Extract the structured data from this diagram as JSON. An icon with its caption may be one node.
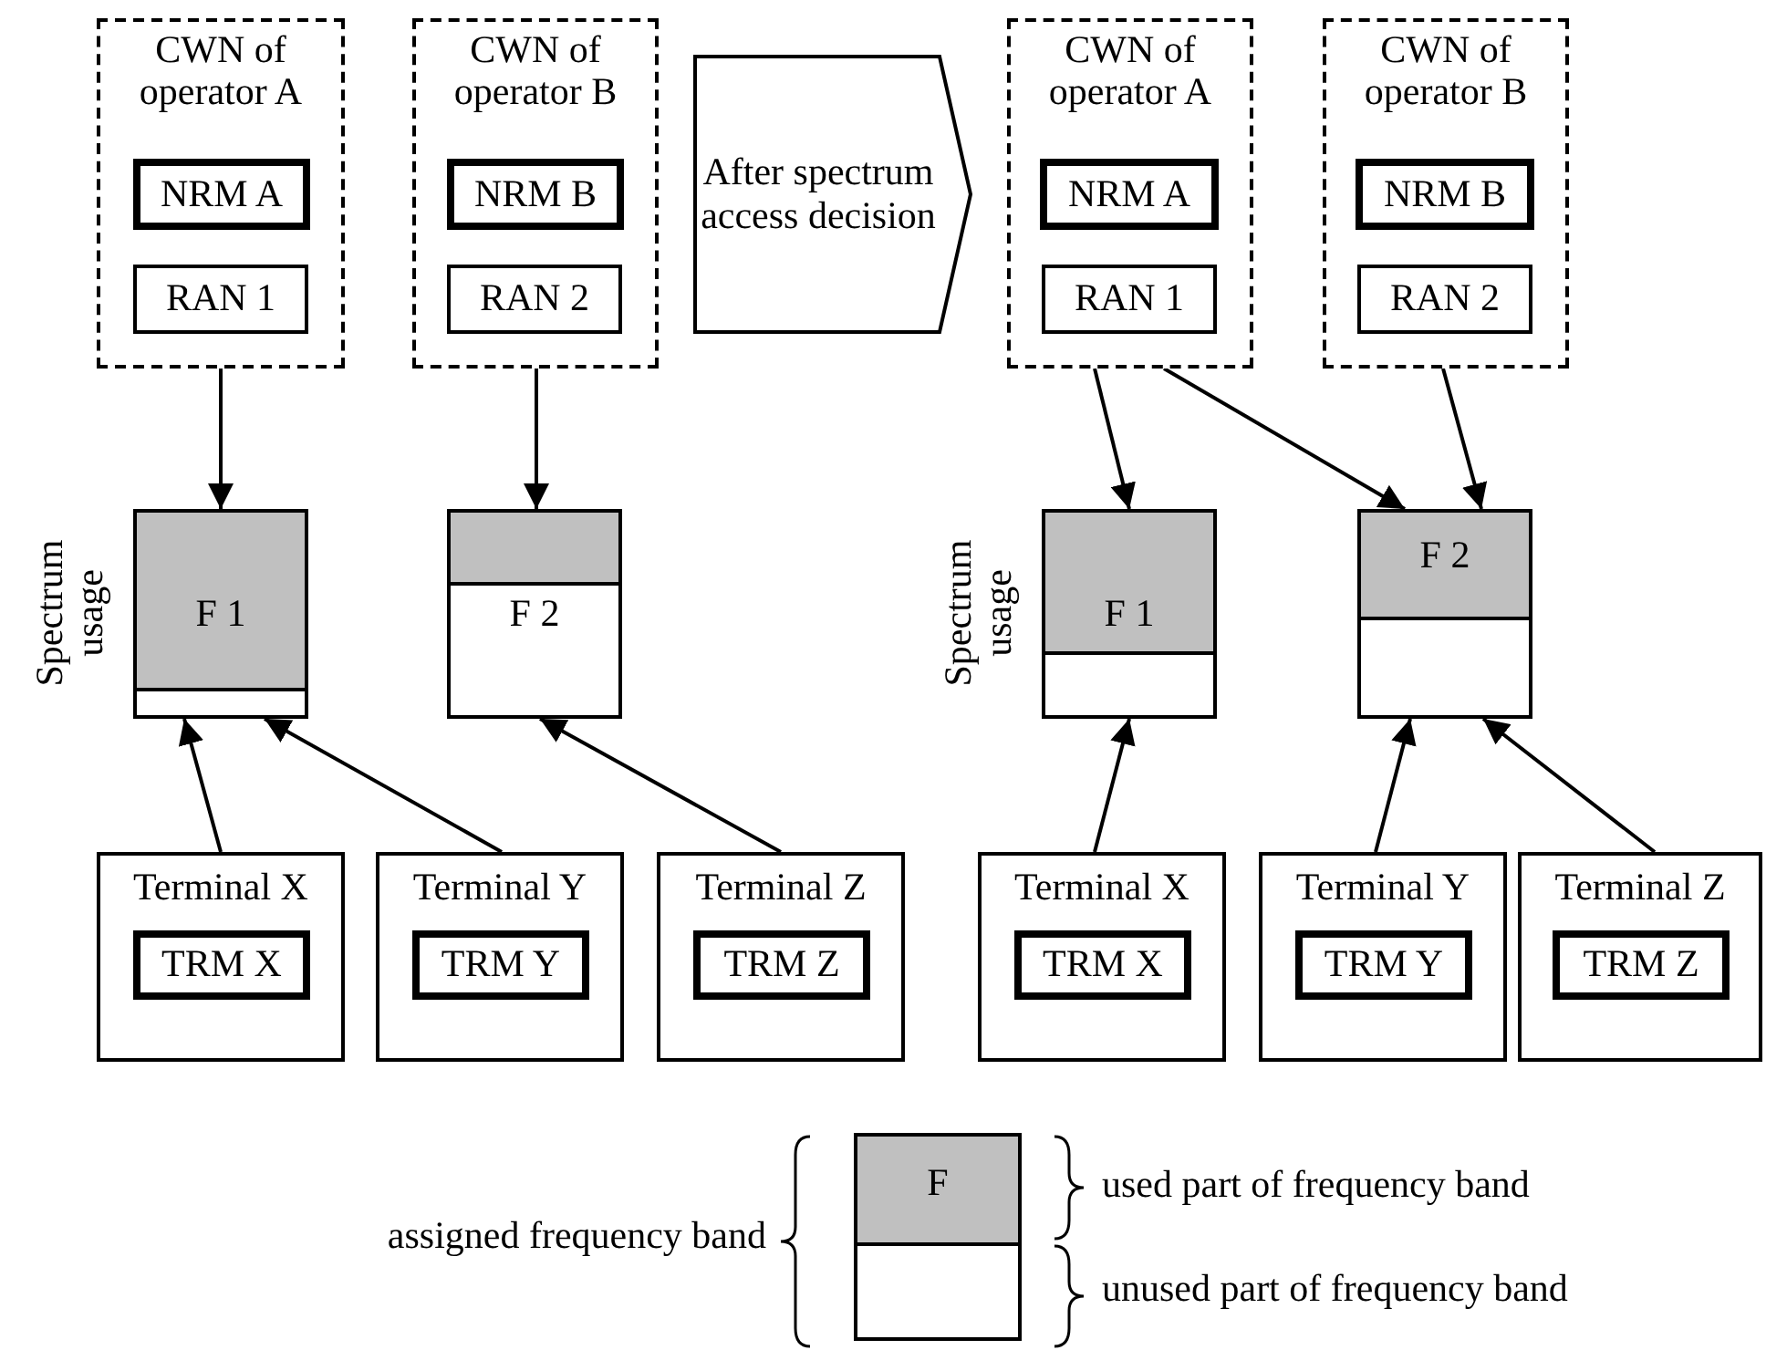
{
  "diagram": {
    "nodes": [
      {
        "text": [
          "CWN of operator A"
        ]
      },
      {
        "text": [
          "NRM A"
        ],
        "in": 0
      },
      {
        "text": [
          "RAN 1"
        ],
        "in": 0
      },
      {
        "text": [
          "CWN of operator B"
        ]
      },
      {
        "text": [
          "NRM B"
        ],
        "in": 3
      },
      {
        "text": [
          "RAN 2"
        ],
        "in": 3
      },
      {
        "text": [
          "After spectrum access decision"
        ]
      },
      {
        "text": [
          "CWN of operator A"
        ]
      },
      {
        "text": [
          "NRM A"
        ],
        "in": 7
      },
      {
        "text": [
          "RAN 1"
        ],
        "in": 7
      },
      {
        "text": [
          "CWN of operator B"
        ]
      },
      {
        "text": [
          "NRM B"
        ],
        "in": 10
      },
      {
        "text": [
          "RAN 2"
        ],
        "in": 10
      },
      {
        "text": [
          "F 1"
        ],
        "beside": [
          "Spectrum usage"
        ]
      },
      {
        "text": [
          "F 2"
        ]
      },
      {
        "text": [
          "F 1"
        ],
        "beside": [
          "Spectrum usage"
        ]
      },
      {
        "text": [
          "F 2"
        ]
      },
      {
        "text": [
          "Terminal X"
        ]
      },
      {
        "text": [
          "TRM X"
        ],
        "in": 17
      },
      {
        "text": [
          "Terminal Y"
        ]
      },
      {
        "text": [
          "TRM Y"
        ],
        "in": 19
      },
      {
        "text": [
          "Terminal Z"
        ]
      },
      {
        "text": [
          "TRM Z"
        ],
        "in": 21
      },
      {
        "text": [
          "Terminal X"
        ]
      },
      {
        "text": [
          "TRM X"
        ],
        "in": 23
      },
      {
        "text": [
          "Terminal Y"
        ]
      },
      {
        "text": [
          "TRM Y"
        ],
        "in": 25
      },
      {
        "text": [
          "Terminal Z"
        ]
      },
      {
        "text": [
          "TRM Z"
        ],
        "in": 27
      },
      {
        "text": [
          "F"
        ]
      }
    ],
    "edges": [
      {
        "from": 0,
        "to": 13,
        "arrow": "to"
      },
      {
        "from": 3,
        "to": 14,
        "arrow": "to"
      },
      {
        "from": 17,
        "to": 13,
        "arrow": "to"
      },
      {
        "from": 19,
        "to": 13,
        "arrow": "to"
      },
      {
        "from": 21,
        "to": 14,
        "arrow": "to"
      },
      {
        "from": 7,
        "to": 15,
        "arrow": "to"
      },
      {
        "from": 7,
        "to": 16,
        "arrow": "to"
      },
      {
        "from": 10,
        "to": 16,
        "arrow": "to"
      },
      {
        "from": 23,
        "to": 15,
        "arrow": "to"
      },
      {
        "from": 25,
        "to": 16,
        "arrow": "to"
      },
      {
        "from": 27,
        "to": 16,
        "arrow": "to"
      }
    ],
    "labels": [
      "assigned frequency band",
      "used part of frequency band",
      "unused part of frequency band"
    ]
  }
}
